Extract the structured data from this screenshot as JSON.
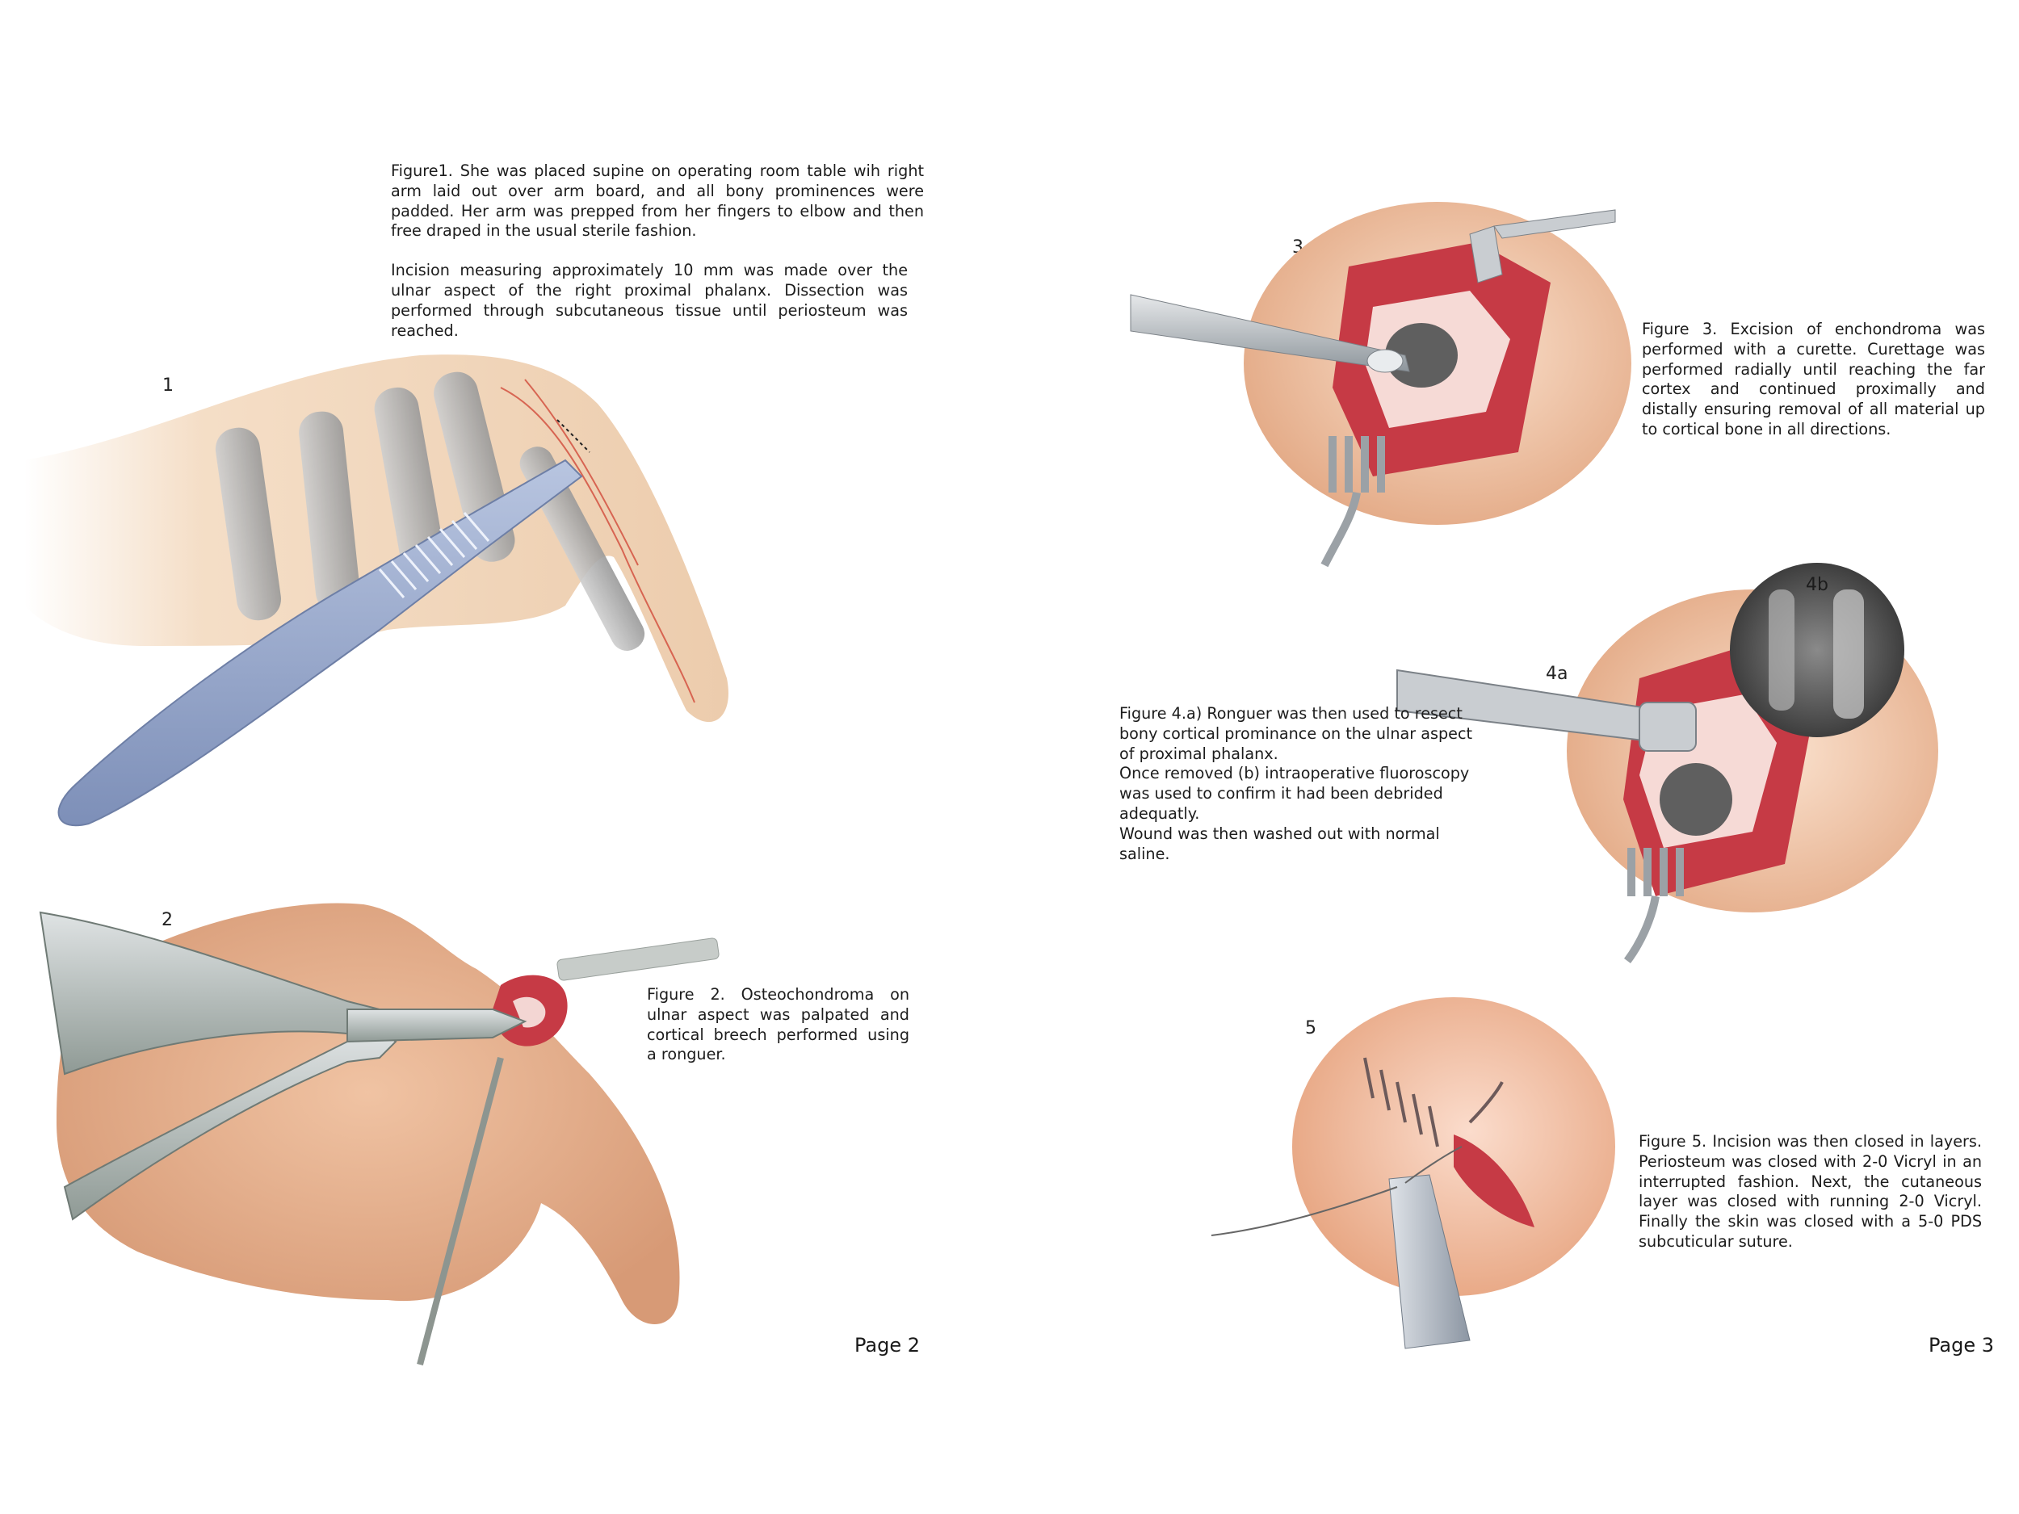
{
  "page_left": {
    "figure1": {
      "number": "1",
      "caption_p1": "Figure1. She was placed supine on operating room table wih right arm laid out over arm board, and all bony prominences were padded. Her arm was prepped from her fingers to elbow and then free draped in the usual sterile fashion.",
      "caption_p2": "Incision measuring approximately 10 mm was made over the ulnar aspect of the right proximal phalanx. Dissection was performed through subcutaneous tissue until periosteum was reached."
    },
    "figure2": {
      "number": "2",
      "caption": "Figure 2. Osteochondroma on ulnar aspect was palpated and cortical breech performed using a ronguer."
    },
    "page_label": "Page 2"
  },
  "page_right": {
    "figure3": {
      "number": "3",
      "caption": "Figure 3. Excision of enchondroma was performed with a curette. Curettage was performed radially until reaching the far cortex and continued proximally and distally ensuring removal of all material up to cortical bone in all directions."
    },
    "figure4": {
      "number_a": "4a",
      "number_b": "4b",
      "caption_l1": "Figure 4.a) Ronguer was then used to resect bony cortical prominance on the ulnar aspect of proximal phalanx.",
      "caption_l2": "Once removed (b) intraoperative fluoroscopy was used to confirm it had been debrided adequatly.",
      "caption_l3": "Wound was then washed out with normal saline."
    },
    "figure5": {
      "number": "5",
      "caption": "Figure 5. Incision was then closed in layers. Periosteum was closed with 2-0 Vicryl in an interrupted fashion. Next, the cutaneous layer was closed with running 2-0 Vicryl. Finally the skin was closed with a 5-0 PDS subcuticular suture."
    },
    "page_label": "Page 3"
  },
  "colors": {
    "skin": "#e8b597",
    "translucent_skin": "#f1d3b4",
    "bone": "#b9b9b9",
    "tissue_red": "#c63a45",
    "instrument_blue": "#8e9fc3",
    "steel": "#a9adb2",
    "fluoro_gray": "#5a5a5a"
  }
}
